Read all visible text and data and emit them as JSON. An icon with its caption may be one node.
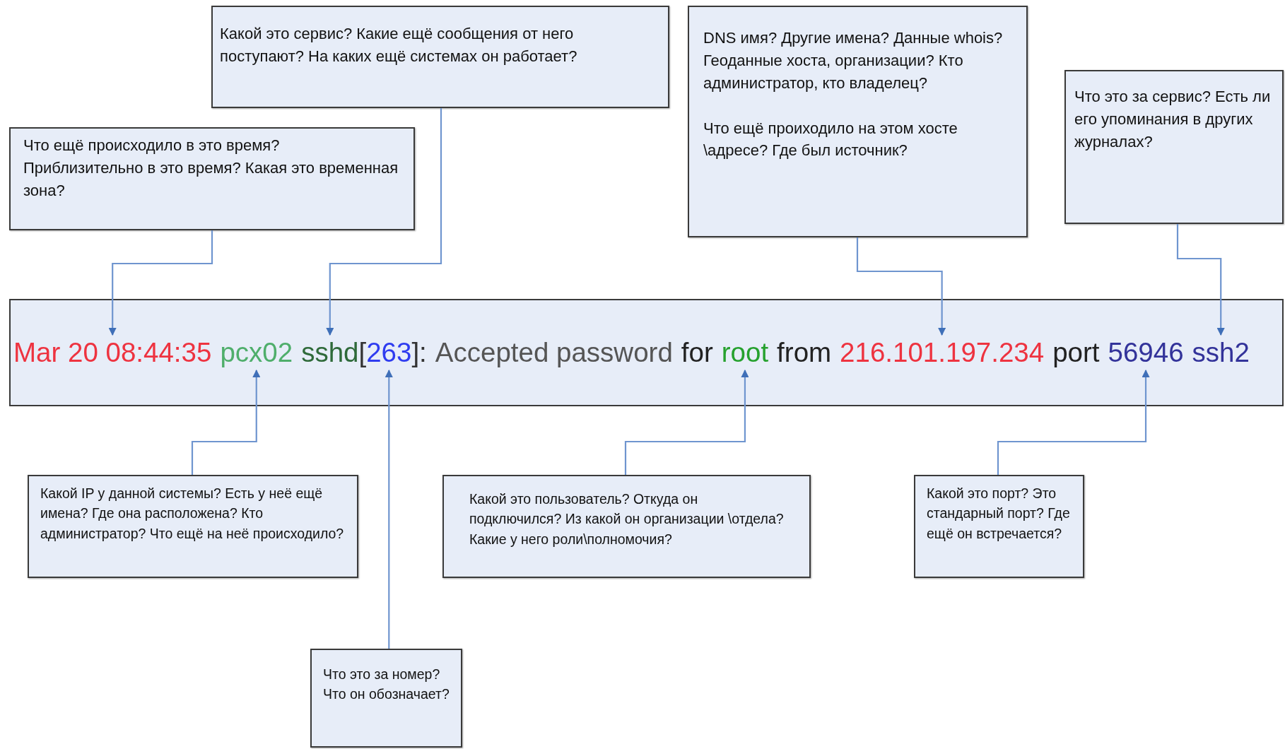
{
  "diagram": {
    "nodes": [
      {
        "text": [
          "Какой это сервис? Какие ещё сообщения от него поступают? На каких ещё системах он работает?"
        ]
      },
      {
        "text": [
          "Что ещё происходило в это время? Приблизительно в это время? Какая это временная зона?"
        ]
      },
      {
        "text": [
          "DNS имя? Другие имена? Данные whois? Геоданные хоста, организации? Кто администратор, кто владелец?",
          "Что ещё проиходило на этом хосте \\адресе? Где был источник?"
        ]
      },
      {
        "text": [
          "Что это за сервис? Есть ли его упоминания в других журналах?"
        ]
      },
      {
        "text": [],
        "shape": "box"
      },
      {
        "text": [
          "Mar 20 08:44:35"
        ],
        "in": 4
      },
      {
        "text": [
          "pcx02"
        ],
        "in": 4
      },
      {
        "text": [
          "sshd"
        ],
        "in": 4
      },
      {
        "text": [
          "["
        ],
        "in": 4
      },
      {
        "text": [
          "263"
        ],
        "in": 4
      },
      {
        "text": [
          "]:"
        ],
        "in": 4
      },
      {
        "text": [
          "Accepted password"
        ],
        "in": 4
      },
      {
        "text": [
          "for"
        ],
        "in": 4
      },
      {
        "text": [
          "root"
        ],
        "in": 4
      },
      {
        "text": [
          "from"
        ],
        "in": 4
      },
      {
        "text": [
          "216.101.197.234"
        ],
        "in": 4
      },
      {
        "text": [
          "port"
        ],
        "in": 4
      },
      {
        "text": [
          "56946"
        ],
        "in": 4
      },
      {
        "text": [
          "ssh2"
        ],
        "in": 4
      },
      {
        "text": [
          "Какой IP у данной системы? Есть у неё ещё имена? Где она расположена? Кто администратор? Что ещё на неё происходило?"
        ]
      },
      {
        "text": [
          "Какой это пользователь? Откуда он подключился? Из какой он организации \\отдела? Какие у него роли\\полномочия?"
        ]
      },
      {
        "text": [
          "Какой это порт? Это стандарный порт? Где ещё он встречается?"
        ]
      },
      {
        "text": [
          "Что это за номер? Что он обозначает?"
        ]
      }
    ],
    "edges": [
      {
        "from": 0,
        "to": 7,
        "arrow": "to"
      },
      {
        "from": 1,
        "to": 5,
        "arrow": "to"
      },
      {
        "from": 2,
        "to": 15,
        "arrow": "to"
      },
      {
        "from": 3,
        "to": 18,
        "arrow": "to"
      },
      {
        "from": 19,
        "to": 6,
        "arrow": "to"
      },
      {
        "from": 20,
        "to": 13,
        "arrow": "to"
      },
      {
        "from": 21,
        "to": 17,
        "arrow": "to"
      },
      {
        "from": 22,
        "to": 9,
        "arrow": "to"
      }
    ]
  }
}
